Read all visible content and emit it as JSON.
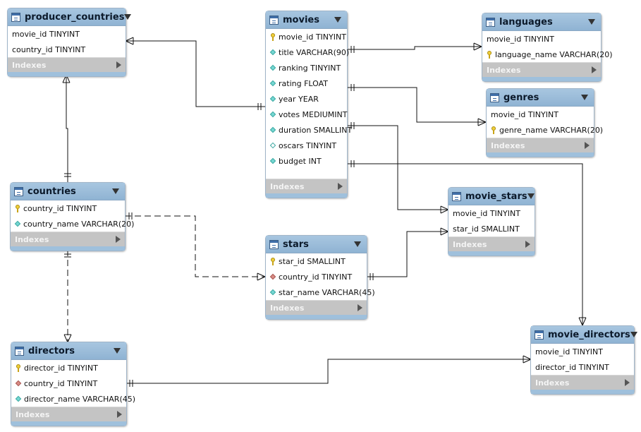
{
  "colors": {
    "header": "#9dbedb",
    "indexes_bar": "#c4c4c4",
    "line": "#111111",
    "pk_icon": "#f0cf3a",
    "attr_icon": "#74d7d2",
    "fk_icon": "#d98b84"
  },
  "tables": {
    "producer_countries": {
      "name": "producer_countries",
      "indexes_label": "Indexes",
      "columns": [
        {
          "text": "movie_id TINYINT",
          "icon": "none"
        },
        {
          "text": "country_id TINYINT",
          "icon": "none"
        }
      ]
    },
    "movies": {
      "name": "movies",
      "indexes_label": "Indexes",
      "columns": [
        {
          "text": "movie_id TINYINT",
          "icon": "primary-key-icon"
        },
        {
          "text": "title VARCHAR(90)",
          "icon": "column-icon"
        },
        {
          "text": "ranking TINYINT",
          "icon": "column-icon"
        },
        {
          "text": "rating FLOAT",
          "icon": "column-icon"
        },
        {
          "text": "year YEAR",
          "icon": "column-icon"
        },
        {
          "text": "votes MEDIUMINT",
          "icon": "column-icon"
        },
        {
          "text": "duration SMALLINT",
          "icon": "column-icon"
        },
        {
          "text": "oscars TINYINT",
          "icon": "nullable-column-icon"
        },
        {
          "text": "budget INT",
          "icon": "column-icon"
        }
      ]
    },
    "languages": {
      "name": "languages",
      "indexes_label": "Indexes",
      "columns": [
        {
          "text": "movie_id TINYINT",
          "icon": "none"
        },
        {
          "text": "language_name VARCHAR(20)",
          "icon": "primary-key-icon"
        }
      ]
    },
    "genres": {
      "name": "genres",
      "indexes_label": "Indexes",
      "columns": [
        {
          "text": "movie_id TINYINT",
          "icon": "none"
        },
        {
          "text": "genre_name VARCHAR(20)",
          "icon": "primary-key-icon"
        }
      ]
    },
    "countries": {
      "name": "countries",
      "indexes_label": "Indexes",
      "columns": [
        {
          "text": "country_id TINYINT",
          "icon": "primary-key-icon"
        },
        {
          "text": "country_name VARCHAR(20)",
          "icon": "column-icon"
        }
      ]
    },
    "movie_stars": {
      "name": "movie_stars",
      "indexes_label": "Indexes",
      "columns": [
        {
          "text": "movie_id TINYINT",
          "icon": "none"
        },
        {
          "text": "star_id SMALLINT",
          "icon": "none"
        }
      ]
    },
    "stars": {
      "name": "stars",
      "indexes_label": "Indexes",
      "columns": [
        {
          "text": "star_id SMALLINT",
          "icon": "primary-key-icon"
        },
        {
          "text": "country_id TINYINT",
          "icon": "foreign-key-icon"
        },
        {
          "text": "star_name VARCHAR(45)",
          "icon": "column-icon"
        }
      ]
    },
    "directors": {
      "name": "directors",
      "indexes_label": "Indexes",
      "columns": [
        {
          "text": "director_id TINYINT",
          "icon": "primary-key-icon"
        },
        {
          "text": "country_id TINYINT",
          "icon": "foreign-key-icon"
        },
        {
          "text": "director_name VARCHAR(45)",
          "icon": "column-icon"
        }
      ]
    },
    "movie_directors": {
      "name": "movie_directors",
      "indexes_label": "Indexes",
      "columns": [
        {
          "text": "movie_id TINYINT",
          "icon": "none"
        },
        {
          "text": "director_id TINYINT",
          "icon": "none"
        }
      ]
    }
  },
  "relationships": [
    {
      "from": "producer_countries",
      "to": "movies",
      "style": "solid",
      "from_end": "many",
      "to_end": "one"
    },
    {
      "from": "producer_countries",
      "to": "countries",
      "style": "solid",
      "from_end": "many",
      "to_end": "one"
    },
    {
      "from": "movies",
      "to": "languages",
      "style": "solid",
      "from_end": "one",
      "to_end": "many"
    },
    {
      "from": "movies",
      "to": "genres",
      "style": "solid",
      "from_end": "one",
      "to_end": "many"
    },
    {
      "from": "movies",
      "to": "movie_stars",
      "style": "solid",
      "from_end": "one",
      "to_end": "many"
    },
    {
      "from": "movies",
      "to": "movie_directors",
      "style": "solid",
      "from_end": "one",
      "to_end": "many"
    },
    {
      "from": "countries",
      "to": "stars",
      "style": "dashed",
      "from_end": "one",
      "to_end": "many"
    },
    {
      "from": "countries",
      "to": "directors",
      "style": "dashed",
      "from_end": "one",
      "to_end": "many"
    },
    {
      "from": "stars",
      "to": "movie_stars",
      "style": "solid",
      "from_end": "one",
      "to_end": "many"
    },
    {
      "from": "directors",
      "to": "movie_directors",
      "style": "solid",
      "from_end": "one",
      "to_end": "many"
    }
  ]
}
